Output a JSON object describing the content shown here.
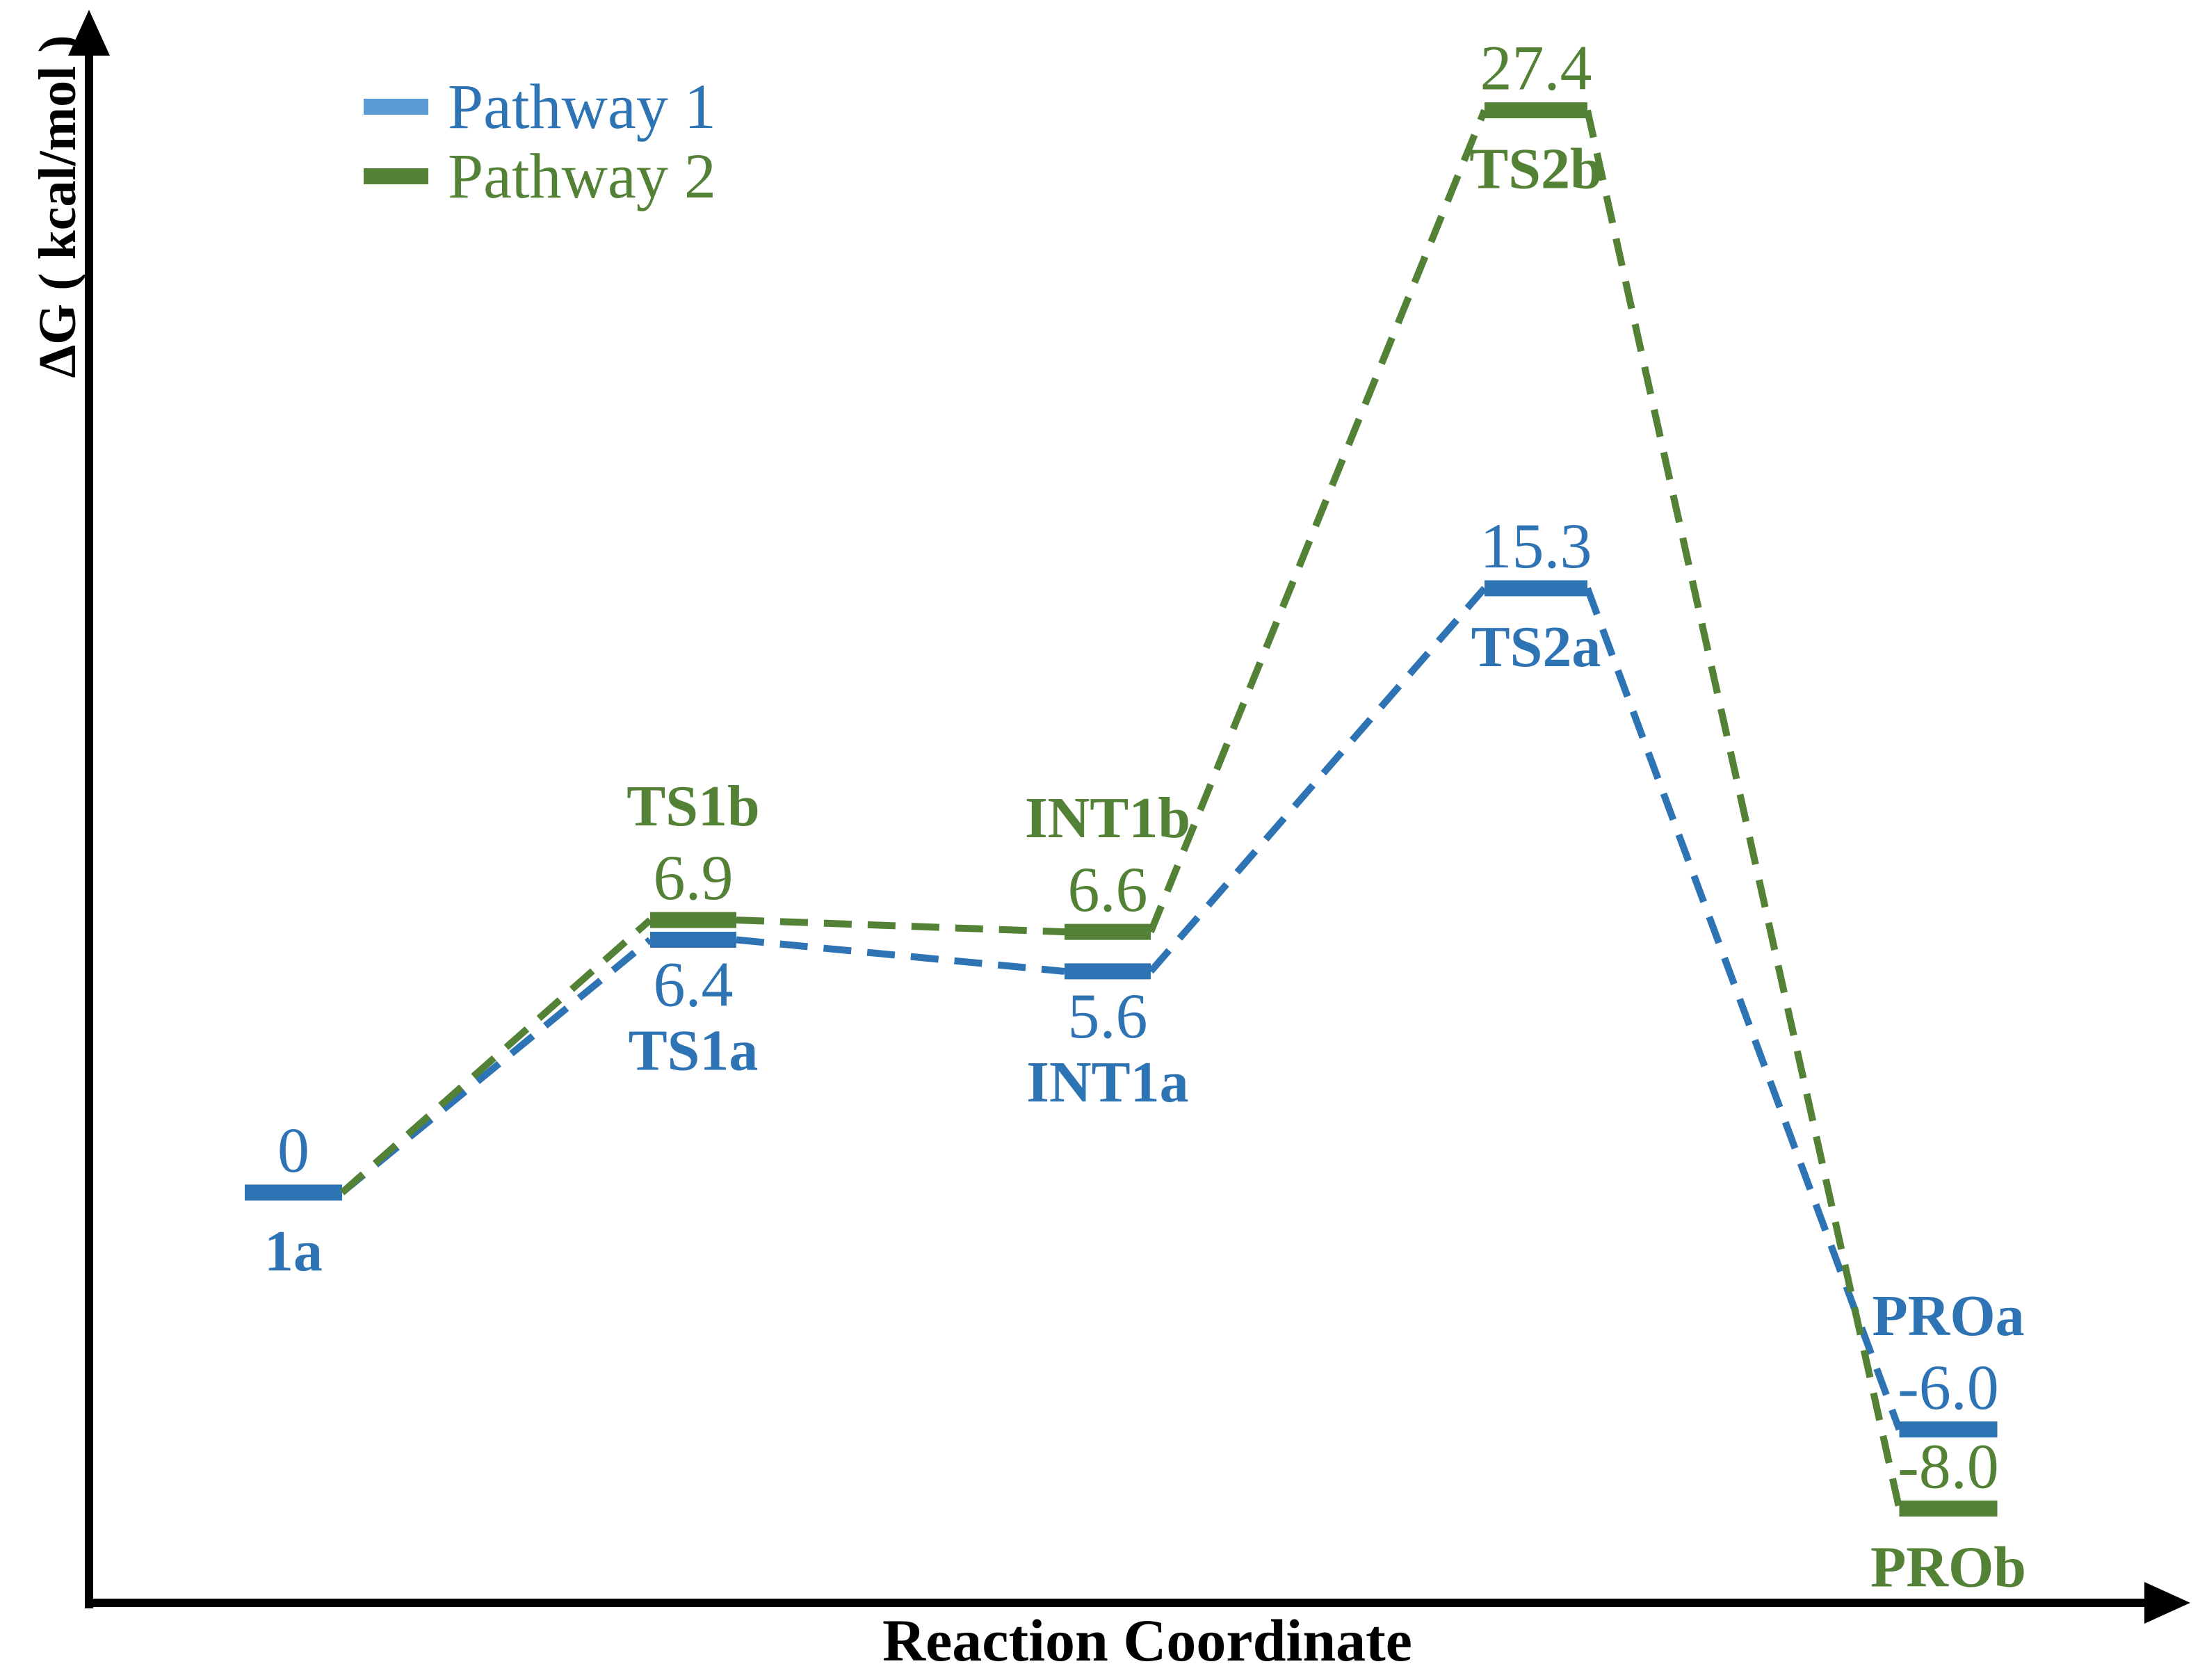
{
  "colors": {
    "pathway1": "#2E74B5",
    "pathway1_legend_swatch": "#5B9BD5",
    "pathway2": "#538135",
    "axis": "#000000",
    "background": "#FFFFFF"
  },
  "chart_data": {
    "type": "line",
    "variant": "reaction-energy-profile",
    "title": "",
    "xlabel": "Reaction Coordinate",
    "ylabel": "ΔG ( kcal/mol )",
    "units": "kcal/mol",
    "ylim": [
      -10.5,
      30
    ],
    "grid": false,
    "legend_position": "top-left",
    "series": [
      {
        "name": "Pathway 1",
        "color": "#2E74B5",
        "legend_swatch_color": "#5B9BD5",
        "line_style": "dashed",
        "levels": [
          {
            "station": 0,
            "label": "1a",
            "value": 0,
            "value_label": "0",
            "value_pos": "above",
            "name_pos": "below"
          },
          {
            "station": 1,
            "label": "TS1a",
            "value": 6.4,
            "value_label": "6.4",
            "value_pos": "below",
            "name_pos": "below"
          },
          {
            "station": 2,
            "label": "INT1a",
            "value": 5.6,
            "value_label": "5.6",
            "value_pos": "below",
            "name_pos": "below"
          },
          {
            "station": 3,
            "label": "TS2a",
            "value": 15.3,
            "value_label": "15.3",
            "value_pos": "above",
            "name_pos": "below"
          },
          {
            "station": 4,
            "label": "PROa",
            "value": -6.0,
            "value_label": "-6.0",
            "value_pos": "above",
            "name_pos": "above"
          }
        ]
      },
      {
        "name": "Pathway 2",
        "color": "#538135",
        "legend_swatch_color": "#538135",
        "line_style": "dashed",
        "shared_start": {
          "series": 0,
          "station": 0
        },
        "levels": [
          {
            "station": 1,
            "label": "TS1b",
            "value": 6.9,
            "value_label": "6.9",
            "value_pos": "above",
            "name_pos": "above"
          },
          {
            "station": 2,
            "label": "INT1b",
            "value": 6.6,
            "value_label": "6.6",
            "value_pos": "above",
            "name_pos": "above"
          },
          {
            "station": 3,
            "label": "TS2b",
            "value": 27.4,
            "value_label": "27.4",
            "value_pos": "above",
            "name_pos": "below"
          },
          {
            "station": 4,
            "label": "PROb",
            "value": -8.0,
            "value_label": "-8.0",
            "value_pos": "above",
            "name_pos": "below"
          }
        ]
      }
    ]
  }
}
